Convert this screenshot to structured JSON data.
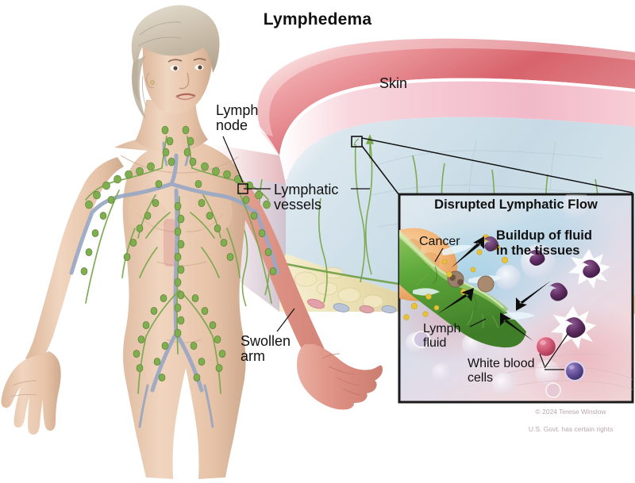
{
  "title": "Lymphedema",
  "labels": {
    "skin": "Skin",
    "lymph_node": "Lymph\nnode",
    "lymphatic_vessels": "Lymphatic\nvessels",
    "swollen_arm": "Swollen\narm"
  },
  "inset": {
    "title": "Disrupted Lymphatic Flow",
    "cancer": "Cancer",
    "buildup": "Buildup of fluid\nin the tissues",
    "lymph_fluid": "Lymph\nfluid",
    "white_blood_cells": "White blood\ncells"
  },
  "credit": {
    "line1": "© 2024 Terese Winslow",
    "line2": "U.S. Govt. has certain rights"
  },
  "colors": {
    "skin_tone": "#e8c6ae",
    "swollen_skin": "#d98d80",
    "lymph_green": "#6f9f43",
    "vessel_blue": "#9aa8c4",
    "skin_top_red": "#d9636a",
    "dermis_pink": "#f3c3ce",
    "subcutaneous_blue": "#c9dbe6",
    "fat_yellow": "#eadfae",
    "cancer_orange": "#f0b778",
    "fluid_yellow": "#e8c23a",
    "wbc_purple": "#5c2b5e",
    "wbc_pink": "#c8506c",
    "inset_border": "#1a1a1a"
  }
}
